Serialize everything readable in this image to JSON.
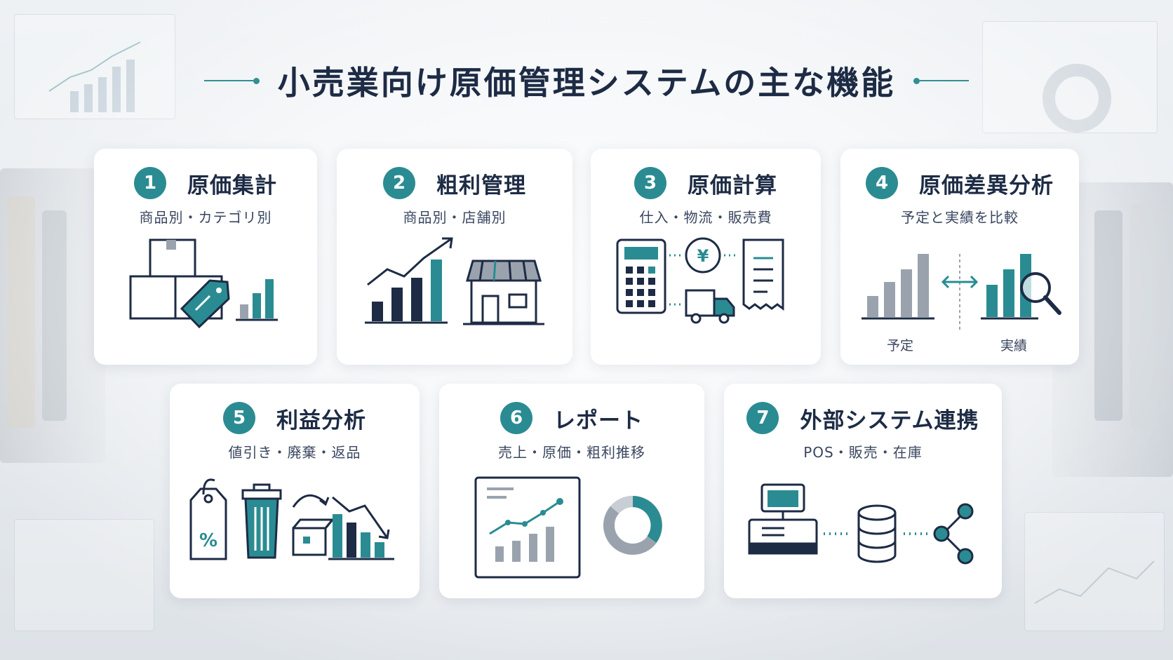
{
  "title": "小売業向け原価管理システムの主な機能",
  "colors": {
    "navy": "#1d2b45",
    "teal": "#2a8c92",
    "gray": "#9aa3ad",
    "accent_line": "#2f8f93"
  },
  "features": [
    {
      "number": "1",
      "title": "原価集計",
      "subtitle": "商品別・カテゴリ別",
      "icons": [
        "boxes-icon",
        "price-tag-icon",
        "bar-chart-icon"
      ]
    },
    {
      "number": "2",
      "title": "粗利管理",
      "subtitle": "商品別・店舗別",
      "icons": [
        "growth-chart-icon",
        "store-icon"
      ]
    },
    {
      "number": "3",
      "title": "原価計算",
      "subtitle": "仕入・物流・販売費",
      "icons": [
        "calculator-icon",
        "yen-coin-icon",
        "truck-icon",
        "receipt-icon"
      ]
    },
    {
      "number": "4",
      "title": "原価差異分析",
      "subtitle": "予定と実績を比較",
      "icons": [
        "plan-bars-icon",
        "compare-arrow-icon",
        "actual-bars-icon",
        "magnifier-icon"
      ],
      "labels": [
        "予定",
        "実績"
      ]
    },
    {
      "number": "5",
      "title": "利益分析",
      "subtitle": "値引き・廃棄・返品",
      "icons": [
        "discount-tag-icon",
        "trash-icon",
        "return-box-icon",
        "declining-chart-icon"
      ]
    },
    {
      "number": "6",
      "title": "レポート",
      "subtitle": "売上・原価・粗利推移",
      "icons": [
        "report-dashboard-icon",
        "donut-chart-icon"
      ]
    },
    {
      "number": "7",
      "title": "外部システム連携",
      "subtitle": "POS・販売・在庫",
      "icons": [
        "pos-terminal-icon",
        "database-icon",
        "share-network-icon"
      ]
    }
  ]
}
